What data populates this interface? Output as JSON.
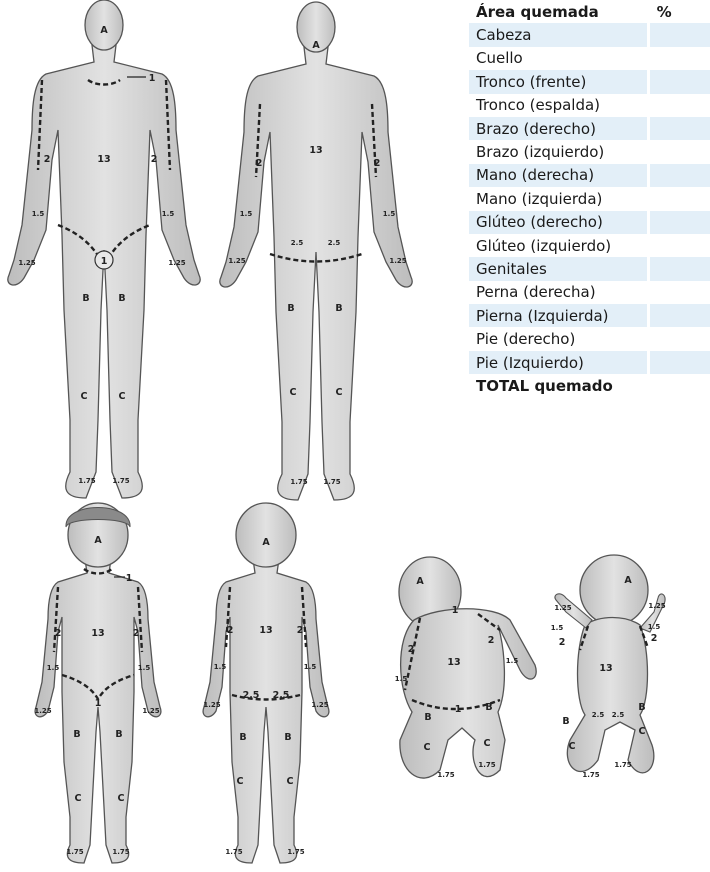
{
  "table": {
    "header": {
      "area": "Área quemada",
      "pct": "%"
    },
    "rows": [
      {
        "area": "Cabeza",
        "pct": ""
      },
      {
        "area": "Cuello",
        "pct": ""
      },
      {
        "area": "Tronco (frente)",
        "pct": ""
      },
      {
        "area": "Tronco (espalda)",
        "pct": ""
      },
      {
        "area": "Brazo (derecho)",
        "pct": ""
      },
      {
        "area": "Brazo (izquierdo)",
        "pct": ""
      },
      {
        "area": "Mano (derecha)",
        "pct": ""
      },
      {
        "area": "Mano (izquierda)",
        "pct": ""
      },
      {
        "area": "Glúteo (derecho)",
        "pct": ""
      },
      {
        "area": "Glúteo (izquierdo)",
        "pct": ""
      },
      {
        "area": "Genitales",
        "pct": ""
      },
      {
        "area": "Perna (derecha)",
        "pct": ""
      },
      {
        "area": "Pierna (Izquierda)",
        "pct": ""
      },
      {
        "area": "Pie (derecho)",
        "pct": ""
      },
      {
        "area": "Pie (Izquierdo)",
        "pct": ""
      }
    ],
    "total": {
      "area": "TOTAL quemado",
      "pct": ""
    }
  },
  "labels": {
    "A": "A",
    "B": "B",
    "C": "C",
    "one": "1",
    "two": "2",
    "thirteen": "13",
    "one_five": "1.5",
    "one_twentyfive": "1.25",
    "two_five": "2.5",
    "one_seventyfive": "1.75"
  },
  "colors": {
    "skin": "#d8d8d8",
    "outline": "#555555",
    "table_band": "#e3eff8"
  }
}
